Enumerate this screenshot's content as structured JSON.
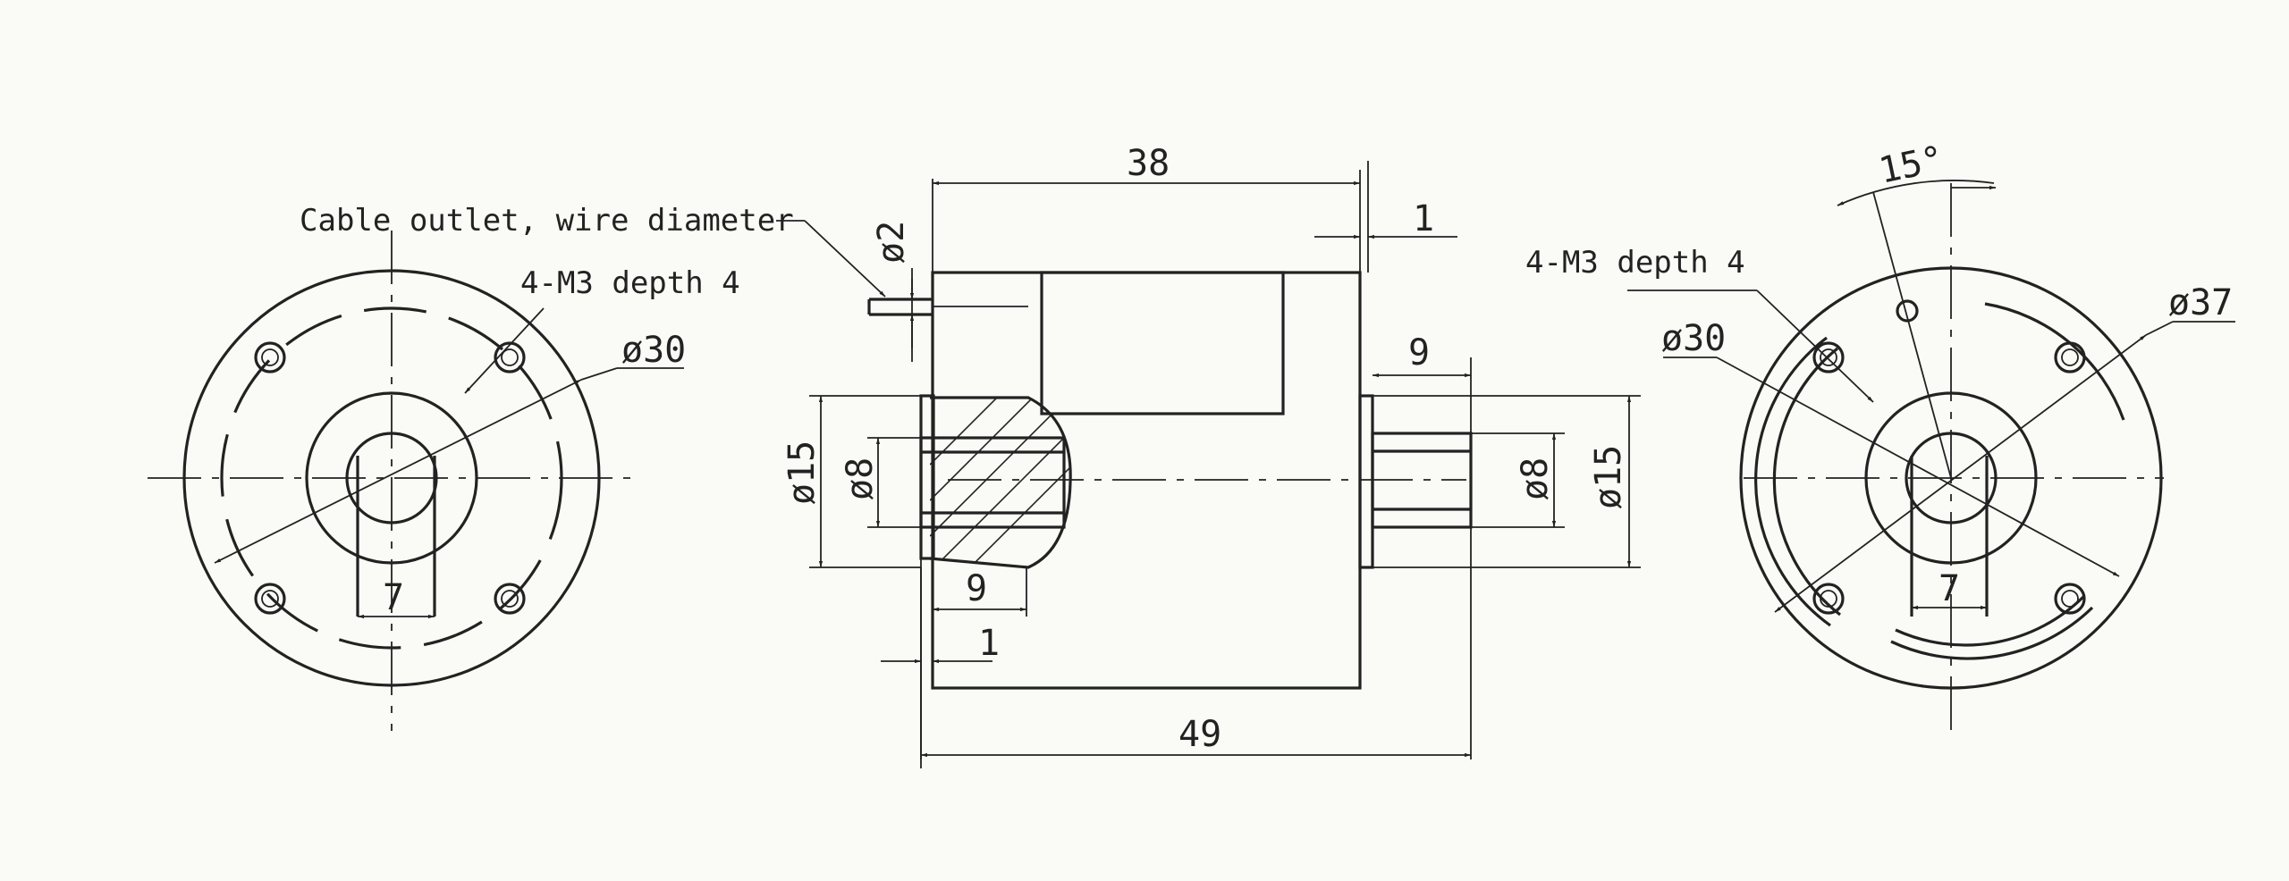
{
  "notes": {
    "cable": "Cable outlet, wire diameter",
    "thread_left": "4-M3 depth 4",
    "thread_right": "4-M3 depth 4"
  },
  "dims": {
    "body_len": "38",
    "gap": "1",
    "wire_dia": "ø2",
    "shaft_len_right": "9",
    "od_left": "ø15",
    "id_left": "ø8",
    "id_right": "ø8",
    "od_right": "ø15",
    "shaft_len_left": "9",
    "gap_left": "1",
    "total_len": "49",
    "bcd_left": "ø30",
    "key_left": "7",
    "angle": "15°",
    "outer_right": "ø37",
    "bcd_right": "ø30",
    "key_right": "7"
  },
  "colors": {
    "ink": "#222222",
    "paper": "#fafaf6"
  }
}
